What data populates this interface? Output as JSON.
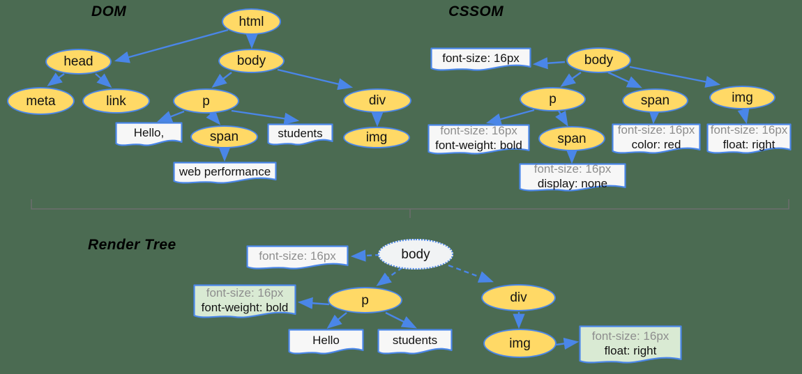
{
  "titles": [
    {
      "id": "dom",
      "text": "DOM"
    },
    {
      "id": "cssom",
      "text": "CSSOM"
    },
    {
      "id": "render",
      "text": "Render Tree"
    }
  ],
  "colors": {
    "background": "#4b6b52",
    "node_fill": "#ffd966",
    "node_stroke": "#4a86e8",
    "arrow": "#4a86e8",
    "doc_fill": "#f7f7f7",
    "doc_green_fill": "#d9ead3",
    "render_root_fill": "#f1f3f4",
    "muted_text": "#8e8e8e",
    "text": "#121212",
    "brace": "#6e6e6e"
  },
  "nodes": [
    {
      "id": "dom-html",
      "section": "dom",
      "shape": "ellipse",
      "variant": "yellow",
      "lines": [
        "html"
      ]
    },
    {
      "id": "dom-head",
      "section": "dom",
      "shape": "ellipse",
      "variant": "yellow",
      "lines": [
        "head"
      ]
    },
    {
      "id": "dom-body",
      "section": "dom",
      "shape": "ellipse",
      "variant": "yellow",
      "lines": [
        "body"
      ]
    },
    {
      "id": "dom-meta",
      "section": "dom",
      "shape": "ellipse",
      "variant": "yellow",
      "lines": [
        "meta"
      ]
    },
    {
      "id": "dom-link",
      "section": "dom",
      "shape": "ellipse",
      "variant": "yellow",
      "lines": [
        "link"
      ]
    },
    {
      "id": "dom-p",
      "section": "dom",
      "shape": "ellipse",
      "variant": "yellow",
      "lines": [
        "p"
      ]
    },
    {
      "id": "dom-div",
      "section": "dom",
      "shape": "ellipse",
      "variant": "yellow",
      "lines": [
        "div"
      ]
    },
    {
      "id": "dom-text-hello",
      "section": "dom",
      "shape": "doc",
      "variant": "white",
      "lines": [
        "Hello,"
      ]
    },
    {
      "id": "dom-span",
      "section": "dom",
      "shape": "ellipse",
      "variant": "yellow",
      "lines": [
        "span"
      ]
    },
    {
      "id": "dom-text-students",
      "section": "dom",
      "shape": "doc",
      "variant": "white",
      "lines": [
        "students"
      ]
    },
    {
      "id": "dom-img",
      "section": "dom",
      "shape": "ellipse",
      "variant": "yellow",
      "lines": [
        "img"
      ]
    },
    {
      "id": "dom-text-webperf",
      "section": "dom",
      "shape": "doc",
      "variant": "white",
      "lines": [
        "web performance"
      ]
    },
    {
      "id": "cssom-body-rules",
      "section": "cssom",
      "shape": "doc",
      "variant": "white",
      "lines": [
        "font-size: 16px"
      ]
    },
    {
      "id": "cssom-body",
      "section": "cssom",
      "shape": "ellipse",
      "variant": "yellow",
      "lines": [
        "body"
      ]
    },
    {
      "id": "cssom-p",
      "section": "cssom",
      "shape": "ellipse",
      "variant": "yellow",
      "lines": [
        "p"
      ]
    },
    {
      "id": "cssom-span",
      "section": "cssom",
      "shape": "ellipse",
      "variant": "yellow",
      "lines": [
        "span"
      ]
    },
    {
      "id": "cssom-img",
      "section": "cssom",
      "shape": "ellipse",
      "variant": "yellow",
      "lines": [
        "img"
      ]
    },
    {
      "id": "cssom-p-rules",
      "section": "cssom",
      "shape": "doc",
      "variant": "white",
      "muted_first": true,
      "lines": [
        "font-size: 16px",
        "font-weight: bold"
      ]
    },
    {
      "id": "cssom-p-span",
      "section": "cssom",
      "shape": "ellipse",
      "variant": "yellow",
      "lines": [
        "span"
      ]
    },
    {
      "id": "cssom-p-span-rules",
      "section": "cssom",
      "shape": "doc",
      "variant": "white",
      "muted_first": true,
      "lines": [
        "font-size: 16px",
        "display: none"
      ]
    },
    {
      "id": "cssom-span-rules",
      "section": "cssom",
      "shape": "doc",
      "variant": "white",
      "muted_first": true,
      "lines": [
        "font-size: 16px",
        "color: red"
      ]
    },
    {
      "id": "cssom-img-rules",
      "section": "cssom",
      "shape": "doc",
      "variant": "white",
      "muted_first": true,
      "lines": [
        "font-size: 16px",
        "float: right"
      ]
    },
    {
      "id": "render-body-rules",
      "section": "render",
      "shape": "doc",
      "variant": "white",
      "muted_first": true,
      "lines": [
        "font-size: 16px"
      ]
    },
    {
      "id": "render-body",
      "section": "render",
      "shape": "ellipse",
      "variant": "white",
      "lines": [
        "body"
      ]
    },
    {
      "id": "render-p-rules",
      "section": "render",
      "shape": "doc",
      "variant": "green",
      "muted_first": true,
      "lines": [
        "font-size: 16px",
        "font-weight: bold"
      ]
    },
    {
      "id": "render-p",
      "section": "render",
      "shape": "ellipse",
      "variant": "yellow",
      "lines": [
        "p"
      ]
    },
    {
      "id": "render-div",
      "section": "render",
      "shape": "ellipse",
      "variant": "yellow",
      "lines": [
        "div"
      ]
    },
    {
      "id": "render-text-hello",
      "section": "render",
      "shape": "doc",
      "variant": "white",
      "lines": [
        "Hello"
      ]
    },
    {
      "id": "render-text-students",
      "section": "render",
      "shape": "doc",
      "variant": "white",
      "lines": [
        "students"
      ]
    },
    {
      "id": "render-img",
      "section": "render",
      "shape": "ellipse",
      "variant": "yellow",
      "lines": [
        "img"
      ]
    },
    {
      "id": "render-img-rules",
      "section": "render",
      "shape": "doc",
      "variant": "green",
      "muted_first": true,
      "lines": [
        "font-size: 16px",
        "float: right"
      ]
    }
  ],
  "edges": [
    {
      "from": "dom-html",
      "to": "dom-head",
      "style": "solid"
    },
    {
      "from": "dom-html",
      "to": "dom-body",
      "style": "solid"
    },
    {
      "from": "dom-head",
      "to": "dom-meta",
      "style": "solid"
    },
    {
      "from": "dom-head",
      "to": "dom-link",
      "style": "solid"
    },
    {
      "from": "dom-body",
      "to": "dom-p",
      "style": "solid"
    },
    {
      "from": "dom-body",
      "to": "dom-div",
      "style": "solid"
    },
    {
      "from": "dom-p",
      "to": "dom-text-hello",
      "style": "solid"
    },
    {
      "from": "dom-p",
      "to": "dom-span",
      "style": "solid"
    },
    {
      "from": "dom-p",
      "to": "dom-text-students",
      "style": "solid"
    },
    {
      "from": "dom-span",
      "to": "dom-text-webperf",
      "style": "solid"
    },
    {
      "from": "dom-div",
      "to": "dom-img",
      "style": "solid"
    },
    {
      "from": "cssom-body",
      "to": "cssom-body-rules",
      "style": "solid"
    },
    {
      "from": "cssom-body",
      "to": "cssom-p",
      "style": "solid"
    },
    {
      "from": "cssom-body",
      "to": "cssom-span",
      "style": "solid"
    },
    {
      "from": "cssom-body",
      "to": "cssom-img",
      "style": "solid"
    },
    {
      "from": "cssom-p",
      "to": "cssom-p-rules",
      "style": "solid"
    },
    {
      "from": "cssom-p",
      "to": "cssom-p-span",
      "style": "solid"
    },
    {
      "from": "cssom-p-span",
      "to": "cssom-p-span-rules",
      "style": "solid"
    },
    {
      "from": "cssom-span",
      "to": "cssom-span-rules",
      "style": "solid"
    },
    {
      "from": "cssom-img",
      "to": "cssom-img-rules",
      "style": "solid"
    },
    {
      "from": "render-body",
      "to": "render-body-rules",
      "style": "dashed"
    },
    {
      "from": "render-body",
      "to": "render-p",
      "style": "dashed"
    },
    {
      "from": "render-body",
      "to": "render-div",
      "style": "dashed"
    },
    {
      "from": "render-p",
      "to": "render-p-rules",
      "style": "solid"
    },
    {
      "from": "render-p",
      "to": "render-text-hello",
      "style": "solid"
    },
    {
      "from": "render-p",
      "to": "render-text-students",
      "style": "solid"
    },
    {
      "from": "render-div",
      "to": "render-img",
      "style": "solid"
    },
    {
      "from": "render-img",
      "to": "render-img-rules",
      "style": "solid"
    }
  ]
}
